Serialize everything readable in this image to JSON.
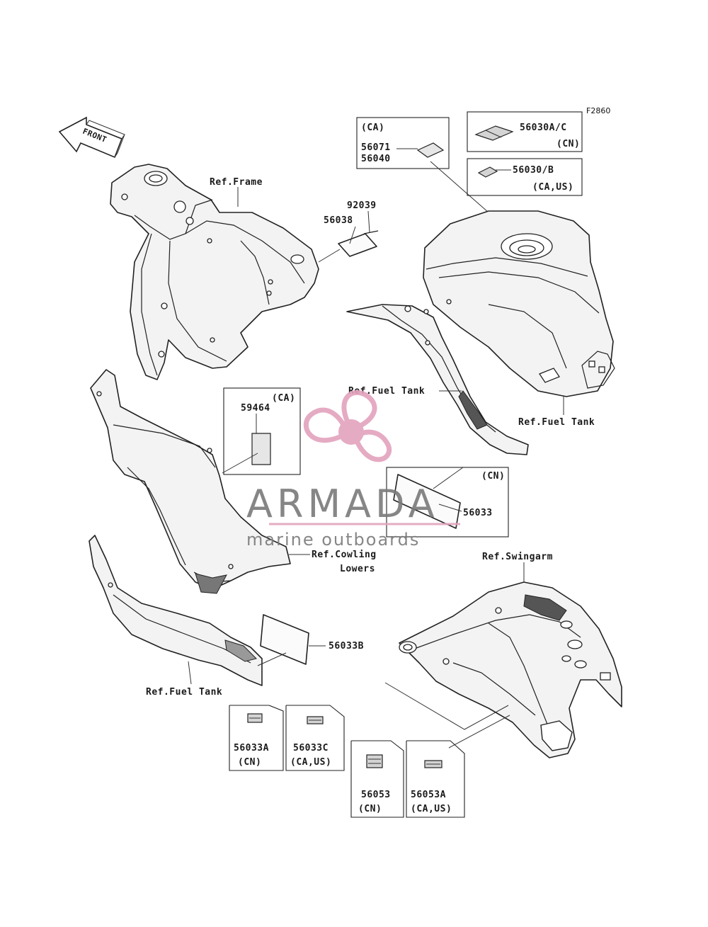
{
  "diagram_code": "F2860",
  "front_arrow_label": "FRONT",
  "labels": {
    "ca_top": "(CA)",
    "p56071": "56071",
    "p56040": "56040",
    "p56030ac": "56030A/C",
    "cn_1": "(CN)",
    "p56030b": "56030/B",
    "caus_1": "(CA,US)",
    "ref_frame": "Ref.Frame",
    "p92039": "92039",
    "p56038": "56038",
    "ref_fuel_tank_center": "Ref.Fuel Tank",
    "ref_fuel_tank_right": "Ref.Fuel Tank",
    "p59464": "59464",
    "ca_2": "(CA)",
    "cn_2": "(CN)",
    "p56033": "56033",
    "ref_cowling": "Ref.Cowling",
    "lowers": "Lowers",
    "ref_swingarm": "Ref.Swingarm",
    "p56033b": "56033B",
    "ref_fuel_tank_left": "Ref.Fuel Tank",
    "p56033a": "56033A",
    "cn_3": "(CN)",
    "p56033c": "56033C",
    "caus_2": "(CA,US)",
    "p56053": "56053",
    "cn_4": "(CN)",
    "p56053a": "56053A",
    "caus_3": "(CA,US)"
  },
  "watermark": {
    "brand": "ARMADA",
    "tagline": "marine outboards",
    "color_pink": "#e3a3bd",
    "color_gray": "#7a7a7a"
  }
}
